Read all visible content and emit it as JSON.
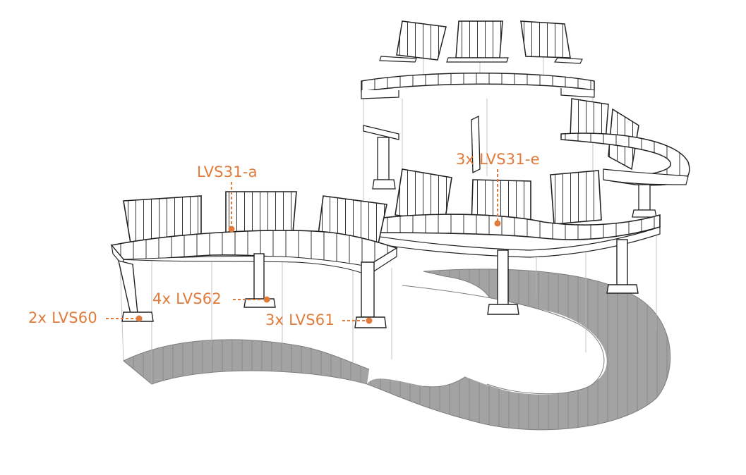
{
  "diagram": {
    "accent_color": "#e07b3c",
    "line_color": "#222222",
    "paving_color": "#9a9a9a",
    "labels": {
      "lvs31a": "LVS31-a",
      "lvs31e": "3x LVS31-e",
      "lvs62": "4x LVS62",
      "lvs60": "2x LVS60",
      "lvs61": "3x LVS61"
    }
  }
}
